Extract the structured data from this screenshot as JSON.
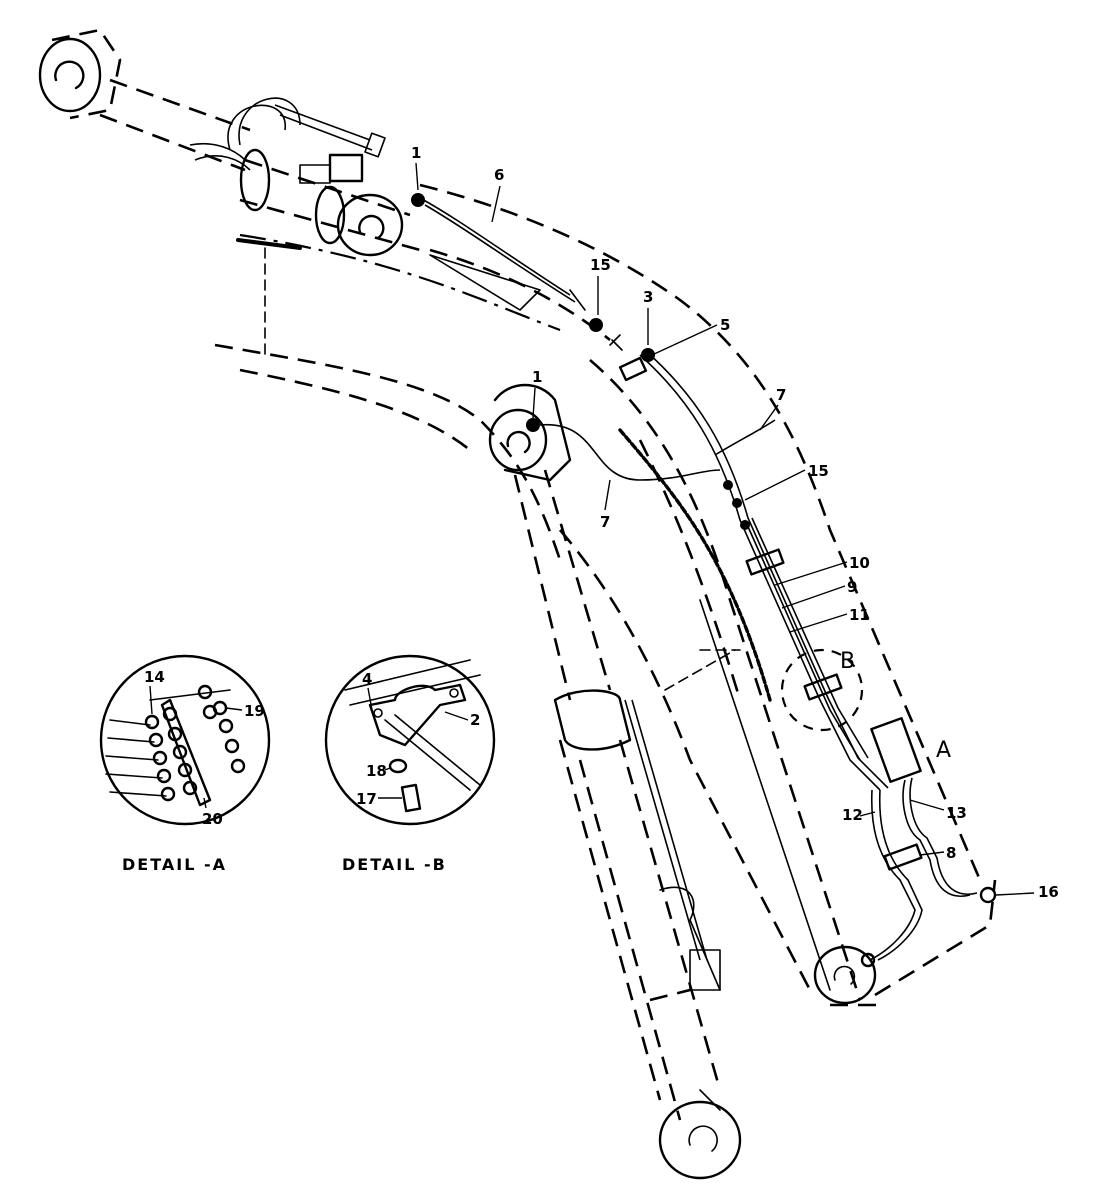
{
  "callouts": [
    {
      "id": "c1a",
      "text": "1"
    },
    {
      "id": "c6",
      "text": "6"
    },
    {
      "id": "c15a",
      "text": "15"
    },
    {
      "id": "c3",
      "text": "3"
    },
    {
      "id": "c5",
      "text": "5"
    },
    {
      "id": "c1b",
      "text": "1"
    },
    {
      "id": "c7a",
      "text": "7"
    },
    {
      "id": "c7b",
      "text": "7"
    },
    {
      "id": "c15b",
      "text": "15"
    },
    {
      "id": "c10",
      "text": "10"
    },
    {
      "id": "c9",
      "text": "9"
    },
    {
      "id": "c11",
      "text": "11"
    },
    {
      "id": "c13",
      "text": "13"
    },
    {
      "id": "c12",
      "text": "12"
    },
    {
      "id": "c8",
      "text": "8"
    },
    {
      "id": "c16",
      "text": "16"
    }
  ],
  "detail_markers": {
    "a": "A",
    "b": "B"
  },
  "detail_a": {
    "title": "DETAIL -A",
    "callouts": [
      {
        "text": "14"
      },
      {
        "text": "19"
      },
      {
        "text": "20"
      }
    ]
  },
  "detail_b": {
    "title": "DETAIL -B",
    "callouts": [
      {
        "text": "4"
      },
      {
        "text": "2"
      },
      {
        "text": "18"
      },
      {
        "text": "17"
      }
    ]
  }
}
